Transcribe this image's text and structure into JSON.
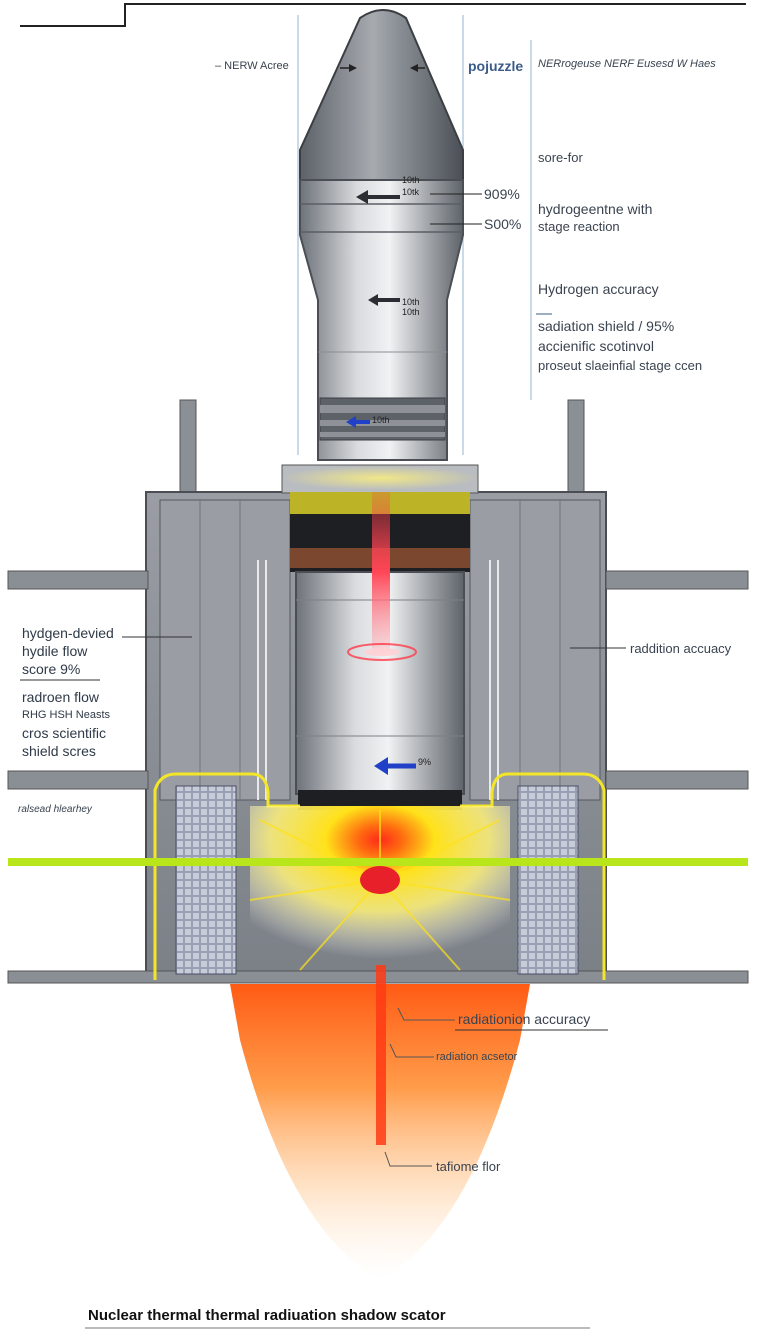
{
  "top_labels": {
    "left": "– NERW Acree",
    "center": "pojuzzle",
    "right": "NERrogeuse NERF Eusesd W Haes"
  },
  "nose": {
    "pct_upper": "909%",
    "pct_lower": "S00%",
    "tag_a": "10th",
    "tag_b": "10tk",
    "tag_c": "10th",
    "tag_d": "10th",
    "tag_e": "10th",
    "tag_f": "9%"
  },
  "right_notes": {
    "score": "sore-for",
    "hydrogen_line1": "hydrogeentne with",
    "hydrogen_line2": "stage reaction",
    "accuracy": "Hydrogen accuracy",
    "shield_line1": "sadiation shield / 95%",
    "shield_line2": "accienific scotinvol",
    "shield_line3": "proseut slaeinfial stage ccen"
  },
  "left_notes": {
    "line1": "hydgen-devied",
    "line2": "hydile flow",
    "line3": "score 9%",
    "line4": "radroen flow",
    "line5": "RHG HSH Neasts",
    "line6": "cros scientific",
    "line7": "shield scres",
    "italic": "ralsead hlearhey"
  },
  "right_mid": {
    "radiation": "raddition accuacy"
  },
  "exhaust_notes": {
    "a": "radiationion accuracy",
    "b": "radiation acsetor",
    "c": "tafiome flor"
  },
  "caption": "Nuclear thermal  thermal radiuation shadow scator",
  "colors": {
    "steel_dark": "#6b7077",
    "steel_light": "#c9ccd0",
    "glow_yellow": "#f6e81c",
    "glow_orange": "#ff7a18",
    "core_red": "#e8202a",
    "accent_blue": "#2140c8",
    "line_green": "#b9e61a"
  }
}
